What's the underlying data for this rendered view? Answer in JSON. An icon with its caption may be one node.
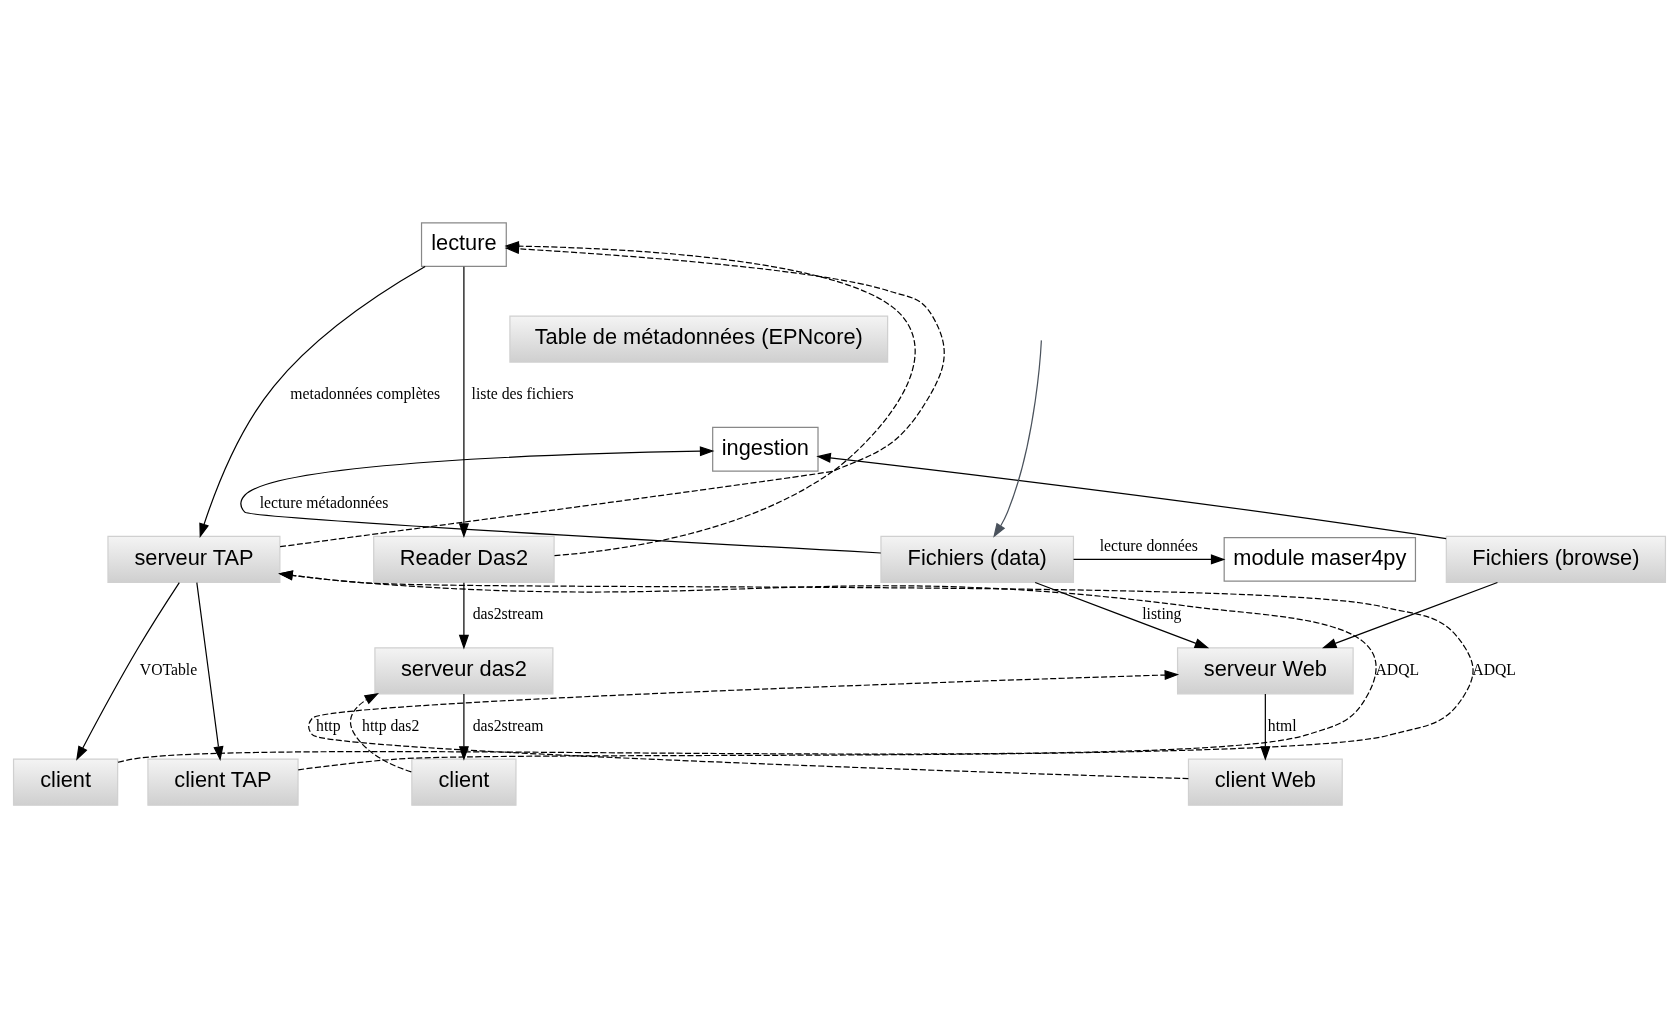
{
  "diagram": {
    "nodes": [
      {
        "text": [
          "lecture"
        ]
      },
      {
        "text": [
          "Table de métadonnées (EPNcore)"
        ]
      },
      {
        "text": [
          "ingestion"
        ]
      },
      {
        "text": [
          "Reader Das2"
        ]
      },
      {
        "text": [
          "module maser4py"
        ]
      },
      {
        "text": [
          "Fichiers (data)"
        ]
      },
      {
        "text": [
          "Fichiers (browse)"
        ]
      },
      {
        "text": [
          "serveur TAP"
        ]
      },
      {
        "text": [
          "serveur das2"
        ]
      },
      {
        "text": [
          "serveur Web"
        ]
      },
      {
        "text": [
          "client"
        ]
      },
      {
        "text": [
          "client Web"
        ]
      },
      {
        "text": [
          "client"
        ]
      },
      {
        "text": [
          "client TAP"
        ]
      }
    ],
    "edges": [
      {
        "from": 0,
        "to": 3,
        "arrow": "to",
        "label": "liste des fichiers"
      },
      {
        "from": 3,
        "to": 0,
        "arrow": "to",
        "style": "dashed"
      },
      {
        "from": 0,
        "to": 7,
        "arrow": "to",
        "label": "metadonnées complètes"
      },
      {
        "from": 7,
        "to": 0,
        "arrow": "to",
        "style": "dashed"
      },
      {
        "from": 5,
        "to": 2,
        "arrow": "to",
        "label": "lecture métadonnées"
      },
      {
        "from": 6,
        "to": 2,
        "arrow": "to"
      },
      {
        "from": 5,
        "to": 4,
        "arrow": "to",
        "label": "lecture données"
      },
      {
        "from": 3,
        "to": 8,
        "arrow": "to",
        "label": "das2stream"
      },
      {
        "from": 5,
        "to": 9,
        "arrow": "to",
        "label": "listing"
      },
      {
        "from": 6,
        "to": 9,
        "arrow": "to"
      },
      {
        "from": 10,
        "to": 8,
        "arrow": "to",
        "style": "dashed",
        "label": "http das2"
      },
      {
        "from": 8,
        "to": 10,
        "arrow": "to",
        "label": "das2stream"
      },
      {
        "from": 11,
        "to": 9,
        "arrow": "to",
        "style": "dashed",
        "label": "http"
      },
      {
        "from": 9,
        "to": 11,
        "arrow": "to",
        "label": "html"
      },
      {
        "from": 12,
        "to": 7,
        "arrow": "to",
        "style": "dashed",
        "label": "ADQL"
      },
      {
        "from": 7,
        "to": 12,
        "arrow": "to",
        "label": "VOTable"
      },
      {
        "from": 7,
        "to": 13,
        "arrow": "to"
      },
      {
        "from": 13,
        "to": 7,
        "arrow": "to",
        "style": "dashed",
        "label": "ADQL"
      },
      {
        "from": null,
        "to": 5,
        "arrow": "to",
        "color": "#4a525c"
      }
    ]
  }
}
